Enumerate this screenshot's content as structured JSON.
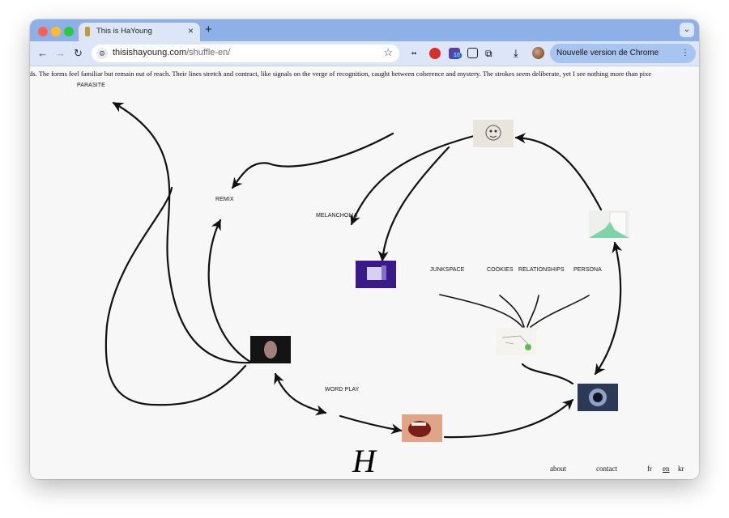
{
  "browser": {
    "tab_title": "This is HaYoung",
    "url_domain": "thisishayoung.com",
    "url_path": "/shuffle-en/",
    "update_button": "Nouvelle version de Chrome disponible",
    "extension_badge": "10"
  },
  "page": {
    "marquee": "ords. The forms feel familiar but remain out of reach. Their lines stretch and contract, like signals on the verge of recognition, caught between coherence and mystery. The strokes seem deliberate, yet I see nothing more than pixe",
    "labels": {
      "parasite": "PARASITE",
      "remix": "REMIX",
      "melancholia": "MELANCHOLIA",
      "junkspace": "JUNKSPACE",
      "cookies": "COOKIES",
      "relationships": "RELATIONSHIPS",
      "persona": "PERSONA",
      "word_play": "WORD PLAY"
    },
    "logo": "H",
    "footer": {
      "about": "about",
      "contact": "contact",
      "lang_fr": "fr",
      "lang_en": "en",
      "lang_kr": "kr"
    }
  }
}
